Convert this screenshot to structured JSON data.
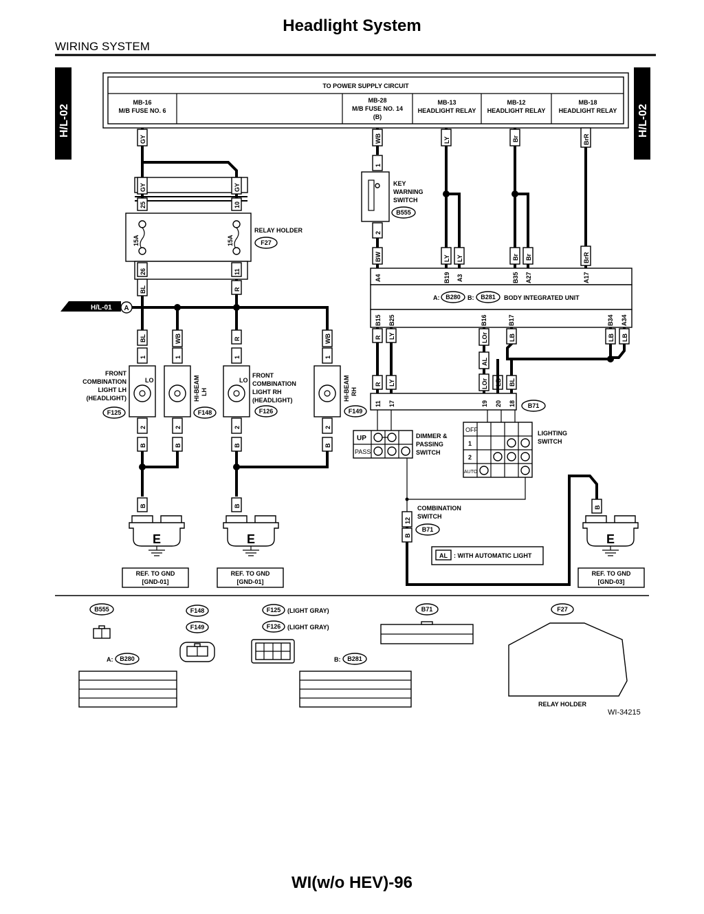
{
  "header": {
    "title": "Headlight System",
    "section": "WIRING SYSTEM"
  },
  "side_tab": {
    "left": "H/L-02",
    "right": "H/L-02"
  },
  "power_supply": {
    "title": "TO POWER SUPPLY CIRCUIT",
    "cells": [
      {
        "line1": "MB-16",
        "line2": "M/B FUSE NO. 6",
        "line3": ""
      },
      {
        "line1": "MB-28",
        "line2": "M/B FUSE NO. 14",
        "line3": "(B)"
      },
      {
        "line1": "MB-13",
        "line2": "HEADLIGHT RELAY",
        "line3": ""
      },
      {
        "line1": "MB-12",
        "line2": "HEADLIGHT RELAY",
        "line3": ""
      },
      {
        "line1": "MB-18",
        "line2": "HEADLIGHT RELAY",
        "line3": ""
      }
    ]
  },
  "wires": {
    "gy": "GY",
    "wb": "WB",
    "ly": "LY",
    "br": "Br",
    "brr": "BrR",
    "bl": "BL",
    "r": "R",
    "bw": "BW",
    "b": "B",
    "lb": "LB",
    "lor": "LOr",
    "al": "AL"
  },
  "fuses": {
    "f1": "15A",
    "f2": "15A"
  },
  "relay_holder": {
    "label": "RELAY HOLDER",
    "code": "F27",
    "pin_a": "25",
    "pin_b": "10",
    "pin_c": "26",
    "pin_d": "11"
  },
  "key_warning": {
    "l1": "KEY",
    "l2": "WARNING",
    "l3": "SWITCH",
    "code": "B555",
    "pin_a": "1",
    "pin_b": "2"
  },
  "biu": {
    "label": "BODY INTEGRATED UNIT",
    "a_prefix": "A:",
    "a_code": "B280",
    "b_prefix": "B:",
    "b_code": "B281",
    "top_pins": [
      "A4",
      "B19",
      "A3",
      "B35",
      "A27",
      "A17"
    ],
    "bottom_pins": [
      "B15",
      "B25",
      "B16",
      "B17",
      "B34",
      "A34"
    ]
  },
  "link": {
    "ref": "H/L-01",
    "letter": "A"
  },
  "front_lh": {
    "l1": "FRONT",
    "l2": "COMBINATION",
    "l3": "LIGHT LH",
    "l4": "(HEADLIGHT)",
    "code": "F125",
    "lo": "LO"
  },
  "front_rh": {
    "l1": "FRONT",
    "l2": "COMBINATION",
    "l3": "LIGHT RH",
    "l4": "(HEADLIGHT)",
    "code": "F126",
    "lo": "LO"
  },
  "hibeam_lh": {
    "l1": "HI-BEAM",
    "l2": "LH",
    "code": "F148"
  },
  "hibeam_rh": {
    "l1": "HI-BEAM",
    "l2": "RH",
    "code": "F149"
  },
  "pins": {
    "p1": "1",
    "p2": "2",
    "p11": "11",
    "p17": "17",
    "p19": "19",
    "p20": "20",
    "p18": "18",
    "p12": "12"
  },
  "comb_switch": {
    "code": "B71",
    "l1": "COMBINATION",
    "l2": "SWITCH"
  },
  "dimmer": {
    "up": "UP",
    "pass": "PASS",
    "l1": "DIMMER &",
    "l2": "PASSING",
    "l3": "SWITCH"
  },
  "lighting": {
    "off": "OFF",
    "one": "1",
    "two": "2",
    "auto": "AUTO",
    "l1": "LIGHTING",
    "l2": "SWITCH"
  },
  "legend": {
    "key": "AL",
    "text": ": WITH AUTOMATIC LIGHT"
  },
  "grounds": [
    {
      "letter": "E",
      "ref1": "REF. TO GND",
      "ref2": "[GND-01]"
    },
    {
      "letter": "E",
      "ref1": "REF. TO GND",
      "ref2": "[GND-01]"
    },
    {
      "letter": "E",
      "ref1": "REF. TO GND",
      "ref2": "[GND-03]"
    }
  ],
  "connectors": {
    "b555": "B555",
    "f148": "F148",
    "f149": "F149",
    "f125": "F125",
    "f126": "F126",
    "light_gray_1": "(LIGHT GRAY)",
    "light_gray_2": "(LIGHT GRAY)",
    "b71": "B71",
    "f27": "F27",
    "a_label": "A:",
    "b280": "B280",
    "b_label": "B:",
    "b281": "B281",
    "relay_holder": "RELAY HOLDER"
  },
  "figure_id": "WI-34215",
  "footer": "WI(w/o HEV)-96"
}
